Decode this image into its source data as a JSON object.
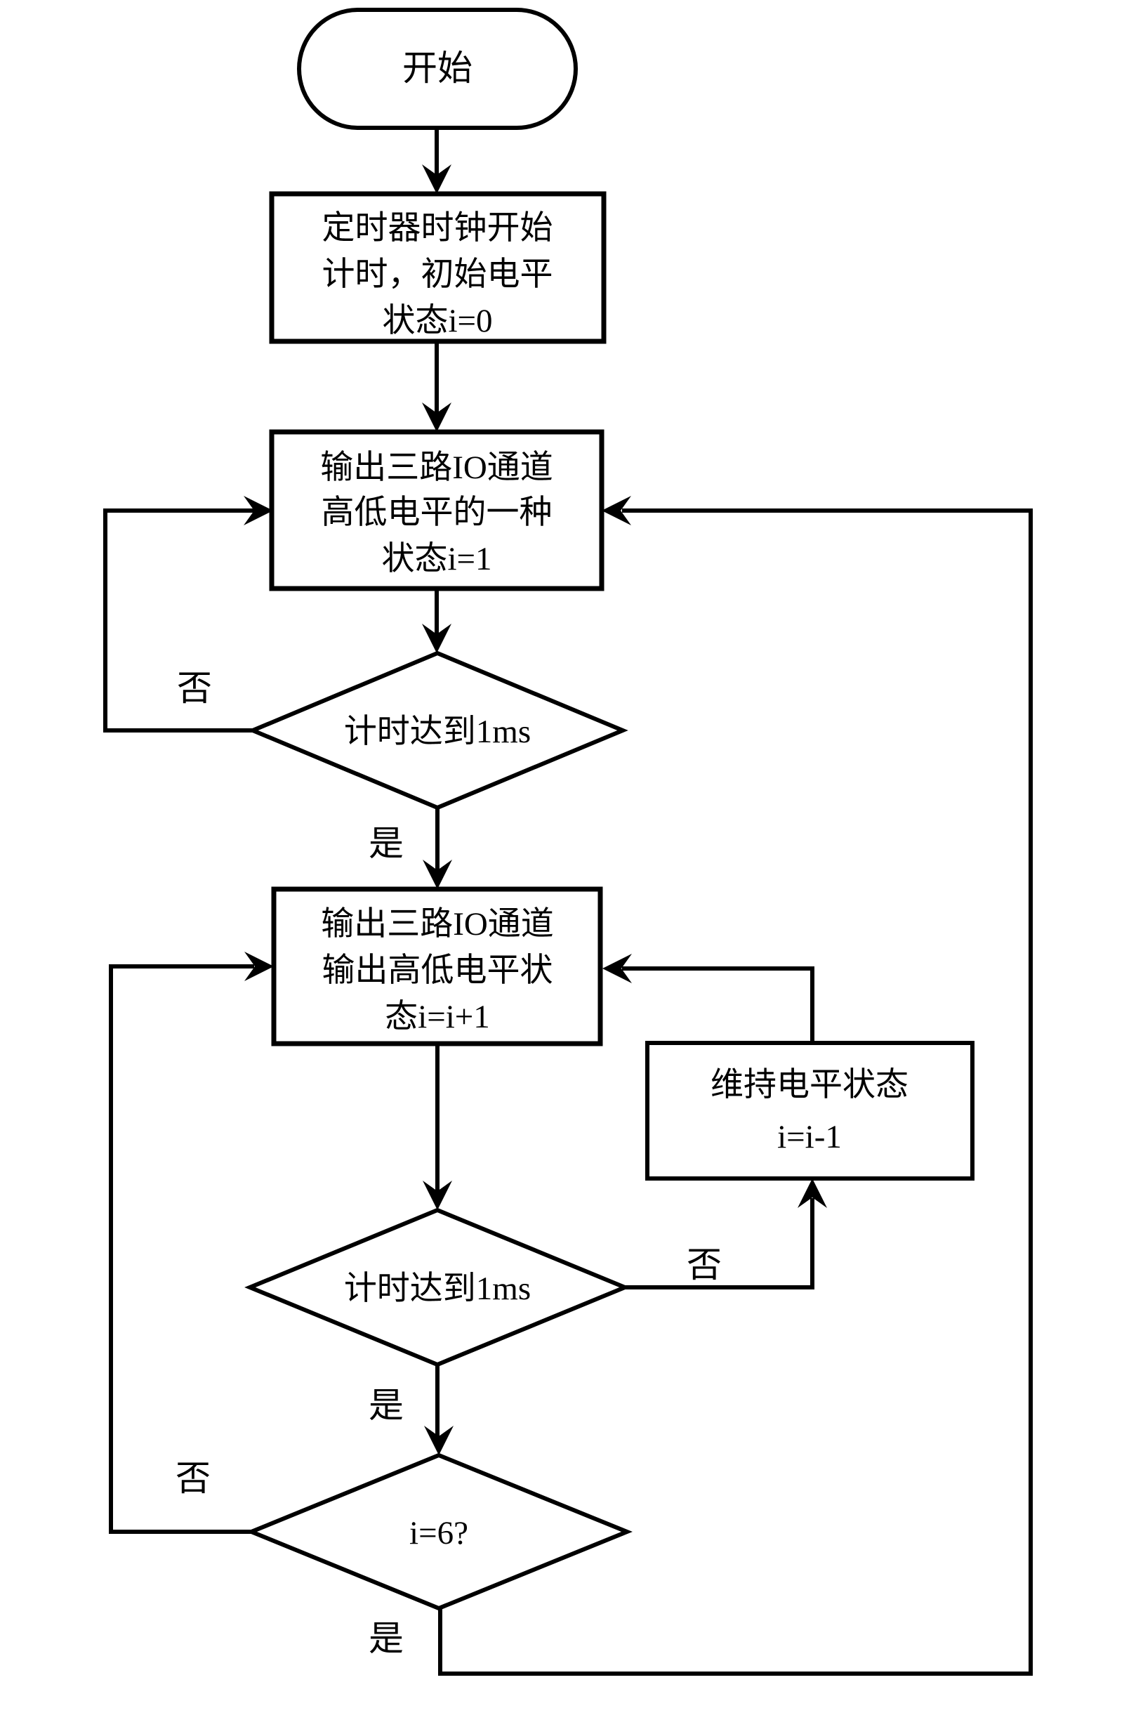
{
  "diagram": {
    "title_note": "IO level-state output timer flowchart",
    "colors": {
      "background": "#ffffff",
      "stroke": "#000000",
      "text": "#000000"
    },
    "nodes": {
      "start": {
        "type": "terminator",
        "label": "开始"
      },
      "timer_init": {
        "type": "process",
        "lines": [
          "定时器时钟开始",
          "计时，初始电平",
          "状态i=0"
        ]
      },
      "output_state_one": {
        "type": "process",
        "lines": [
          "输出三路IO通道",
          "高低电平的一种",
          "状态i=1"
        ]
      },
      "timing_check_1": {
        "type": "decision",
        "label": "计时达到1ms"
      },
      "output_state_next": {
        "type": "process",
        "lines": [
          "输出三路IO通道",
          "输出高低电平状",
          "态i=i+1"
        ]
      },
      "hold_state": {
        "type": "process",
        "lines": [
          "维持电平状态",
          "i=i-1"
        ]
      },
      "timing_check_2": {
        "type": "decision",
        "label": "计时达到1ms"
      },
      "index_check": {
        "type": "decision",
        "label": "i=6?"
      }
    },
    "edge_labels": {
      "yes": "是",
      "no": "否"
    }
  }
}
